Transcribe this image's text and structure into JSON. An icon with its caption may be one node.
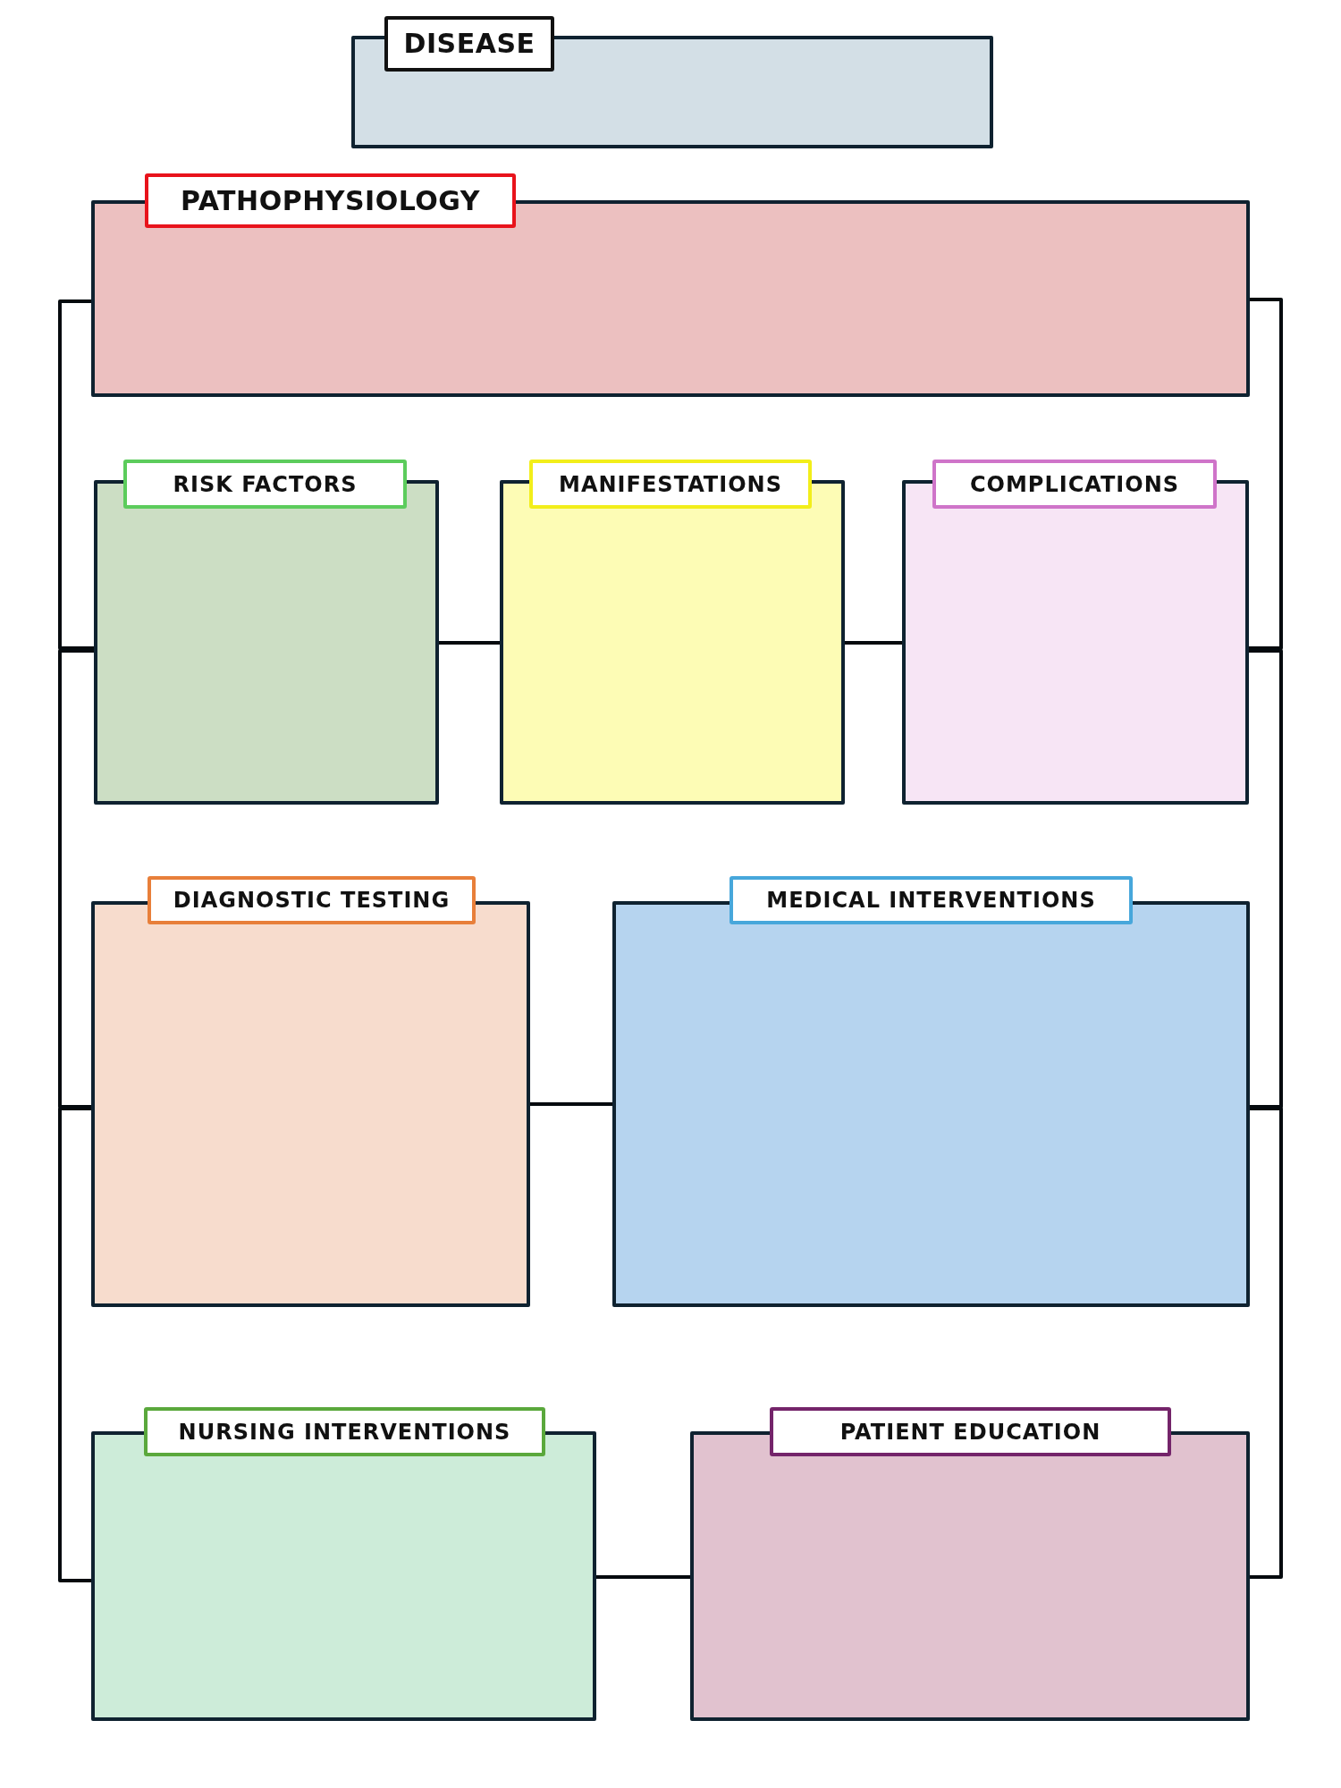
{
  "diagram": {
    "nodes": [
      {
        "text": [
          "DISEASE"
        ]
      },
      {
        "text": [
          "PATHOPHYSIOLOGY"
        ]
      },
      {
        "text": [
          "RISK FACTORS"
        ]
      },
      {
        "text": [
          "MANIFESTATIONS"
        ]
      },
      {
        "text": [
          "COMPLICATIONS"
        ]
      },
      {
        "text": [
          "DIAGNOSTIC TESTING"
        ]
      },
      {
        "text": [
          "MEDICAL INTERVENTIONS"
        ]
      },
      {
        "text": [
          "NURSING INTERVENTIONS"
        ]
      },
      {
        "text": [
          "PATIENT EDUCATION"
        ]
      }
    ],
    "edges": [
      {
        "from": 1,
        "to": 2,
        "arrow": "none"
      },
      {
        "from": 1,
        "to": 4,
        "arrow": "none"
      },
      {
        "from": 2,
        "to": 3,
        "arrow": "none"
      },
      {
        "from": 3,
        "to": 4,
        "arrow": "none"
      },
      {
        "from": 2,
        "to": 5,
        "arrow": "none"
      },
      {
        "from": 4,
        "to": 6,
        "arrow": "none"
      },
      {
        "from": 5,
        "to": 6,
        "arrow": "none"
      },
      {
        "from": 5,
        "to": 7,
        "arrow": "none"
      },
      {
        "from": 6,
        "to": 8,
        "arrow": "none"
      },
      {
        "from": 7,
        "to": 8,
        "arrow": "none"
      }
    ]
  }
}
